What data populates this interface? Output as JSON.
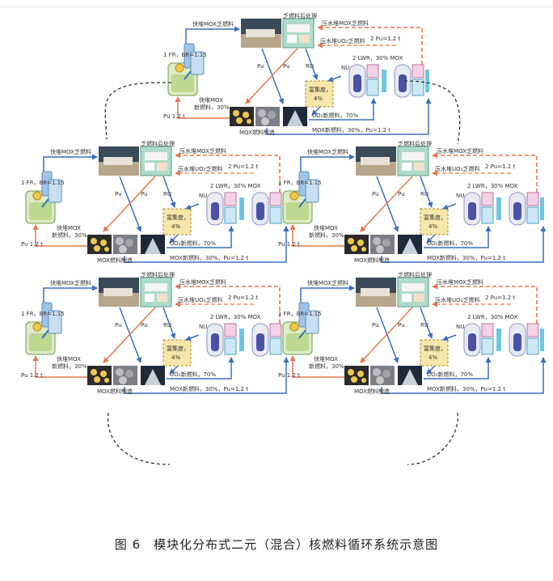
{
  "figure": {
    "labels": {
      "reprocess_plant": "乏燃料后处理",
      "fast_mox_spent": "快堆MOX乏燃料",
      "lwr_mox_spent": "压水堆MOX乏燃料",
      "lwr_uo2_spent": "压水堆UO₂乏燃料",
      "fr_label": "1 FR，BR=1.15",
      "pu_ratio": "2 Pu=1.2 t",
      "lwr_label": "2 LWR，30% MOX",
      "pu1": "Pu",
      "pu2": "Pu",
      "ru": "RU",
      "nu": "NU",
      "enrich_line1": "富集度，",
      "enrich_line2": "4%",
      "fast_fresh_line1": "快堆MOX",
      "fast_fresh_line2": "新燃料，30%",
      "pu_amount": "Pu 1.2 t",
      "mox_fab": "MOX燃料制造",
      "uo2_fresh": "UO₂新燃料，70%",
      "mox_fresh": "MOX新燃料，30%，Pu=1.2 t"
    }
  },
  "caption": "图 6　模块化分布式二元（混合）核燃料循环系统示意图"
}
